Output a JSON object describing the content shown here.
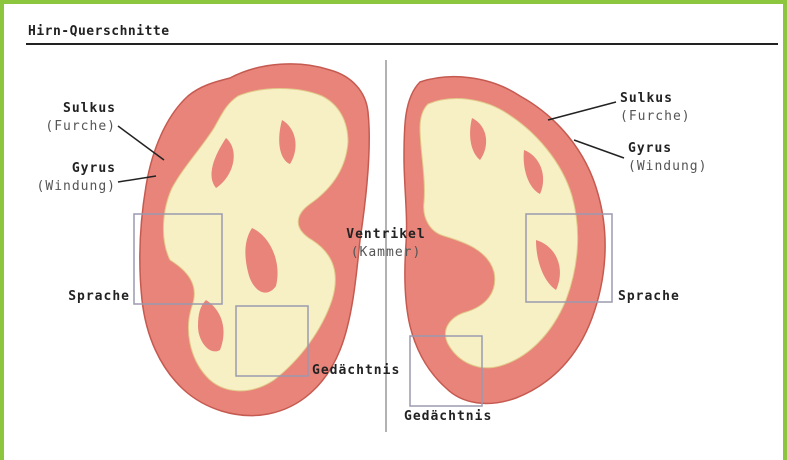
{
  "title": "Hirn-Querschnitte",
  "labels": {
    "sulkus_left": {
      "name": "Sulkus",
      "sub": "(Furche)"
    },
    "gyrus_left": {
      "name": "Gyrus",
      "sub": "(Windung)"
    },
    "sprache_left": "Sprache",
    "gedaechtnis_left": "Gedächtnis",
    "ventrikel": {
      "name": "Ventrikel",
      "sub": "(Kammer)"
    },
    "sulkus_right": {
      "name": "Sulkus",
      "sub": "(Furche)"
    },
    "gyrus_right": {
      "name": "Gyrus",
      "sub": "(Windung)"
    },
    "sprache_right": "Sprache",
    "gedaechtnis_right": "Gedächtnis"
  },
  "colors": {
    "border": "#8cc63f",
    "cortex": "#e8847a",
    "white_matter": "#f7f0c4",
    "box": "#9a9ab0"
  }
}
